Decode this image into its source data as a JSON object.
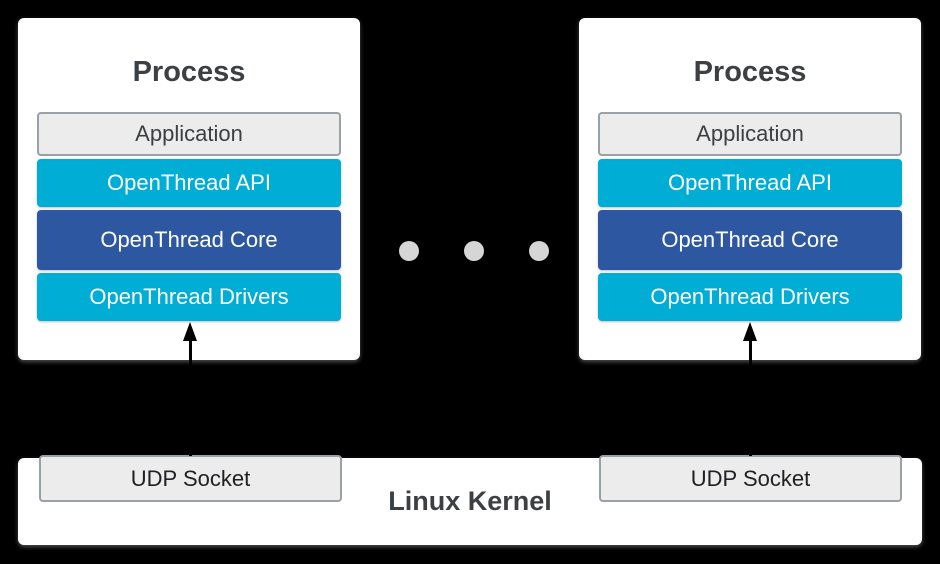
{
  "colors": {
    "background": "#000000",
    "cyan": "#00add5",
    "blue": "#2d57a0",
    "gray_fill": "#ececec",
    "gray_border": "#9aa0a6",
    "title_text": "#3c4043",
    "udp_text": "#202124",
    "dot": "#d6d6d6"
  },
  "processes": [
    {
      "title": "Process",
      "layers": [
        {
          "label": "Application"
        },
        {
          "label": "OpenThread API"
        },
        {
          "label": "OpenThread Core"
        },
        {
          "label": "OpenThread Drivers"
        }
      ]
    },
    {
      "title": "Process",
      "layers": [
        {
          "label": "Application"
        },
        {
          "label": "OpenThread API"
        },
        {
          "label": "OpenThread Core"
        },
        {
          "label": "OpenThread Drivers"
        }
      ]
    }
  ],
  "kernel": {
    "label": "Linux Kernel",
    "sockets": [
      {
        "label": "UDP Socket"
      },
      {
        "label": "UDP Socket"
      }
    ]
  }
}
